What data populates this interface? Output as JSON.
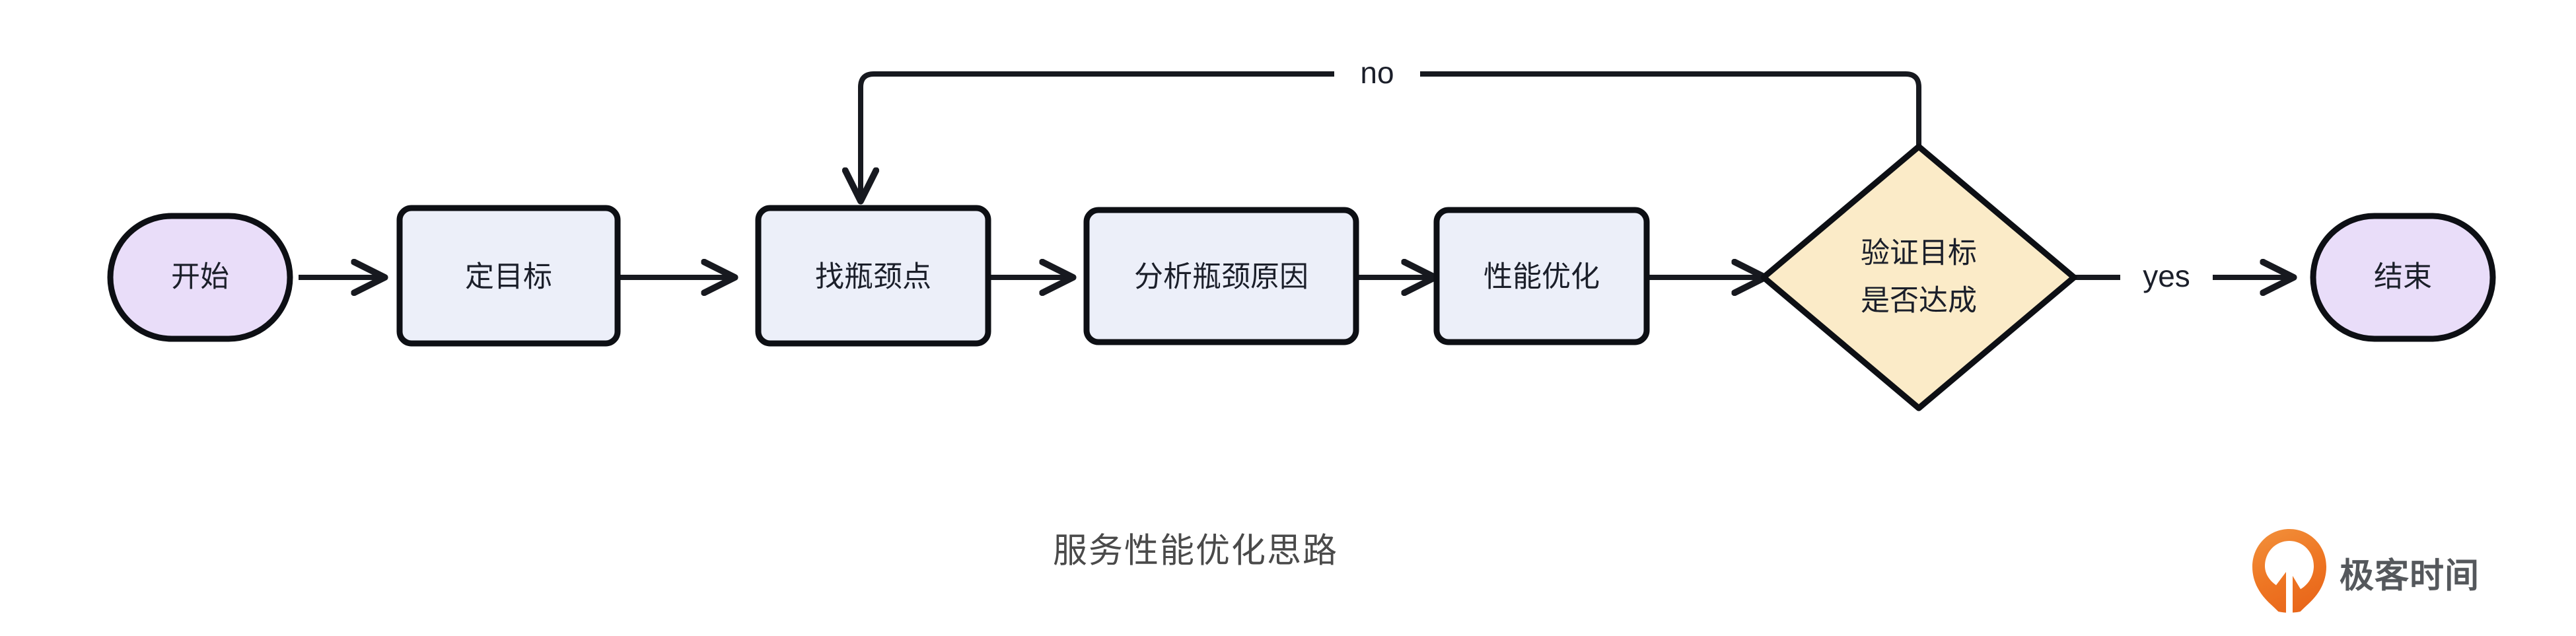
{
  "diagram": {
    "title": "服务性能优化思路",
    "type": "flowchart",
    "direction": "left-to-right",
    "colors": {
      "terminal_fill": "#E9DDF9",
      "process_fill": "#ECEFF9",
      "decision_fill": "#FBEBC8",
      "stroke": "#0D0F14",
      "edge": "#17191F",
      "node_text": "#1B1F2A",
      "caption_text": "#4A4A4A",
      "brand_orange": "#EE7623",
      "brand_text": "#55585C",
      "background": "#FFFFFF"
    },
    "nodes": [
      {
        "id": "start",
        "label": "开始",
        "shape": "stadium"
      },
      {
        "id": "goal",
        "label": "定目标",
        "shape": "rounded-rect"
      },
      {
        "id": "find",
        "label": "找瓶颈点",
        "shape": "rounded-rect"
      },
      {
        "id": "analyze",
        "label": "分析瓶颈原因",
        "shape": "rounded-rect"
      },
      {
        "id": "optimize",
        "label": "性能优化",
        "shape": "rounded-rect"
      },
      {
        "id": "verify",
        "label_line1": "验证目标",
        "label_line2": "是否达成",
        "shape": "diamond"
      },
      {
        "id": "end",
        "label": "结束",
        "shape": "stadium"
      }
    ],
    "edges": [
      {
        "from": "start",
        "to": "goal",
        "label": ""
      },
      {
        "from": "goal",
        "to": "find",
        "label": ""
      },
      {
        "from": "find",
        "to": "analyze",
        "label": ""
      },
      {
        "from": "analyze",
        "to": "optimize",
        "label": ""
      },
      {
        "from": "optimize",
        "to": "verify",
        "label": ""
      },
      {
        "from": "verify",
        "to": "end",
        "label": "yes"
      },
      {
        "from": "verify",
        "to": "find",
        "label": "no"
      }
    ]
  },
  "caption": {
    "text": "服务性能优化思路"
  },
  "brand": {
    "name": "极客时间",
    "logo": "geektime-pin-logo"
  }
}
